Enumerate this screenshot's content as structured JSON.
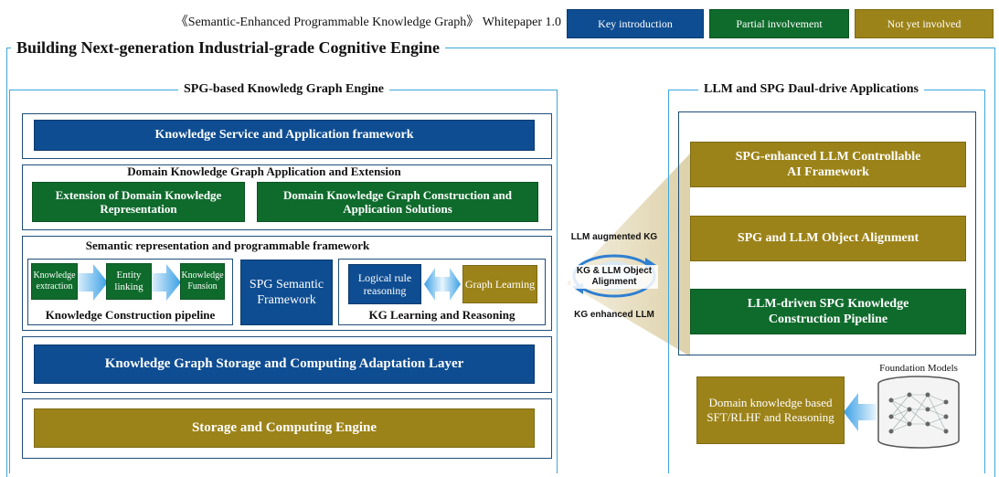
{
  "header": {
    "whitepaper_title": "《Semantic-Enhanced Programmable Knowledge Graph》 Whitepaper 1.0",
    "legend": [
      {
        "label": "Key introduction",
        "color": "#0e4d92"
      },
      {
        "label": "Partial involvement",
        "color": "#0f6b2c"
      },
      {
        "label": "Not yet involved",
        "color": "#9c8319"
      }
    ]
  },
  "main_title": "Building Next-generation Industrial-grade Cognitive Engine",
  "left_panel": {
    "title": "SPG-based Knowledg Graph Engine",
    "knowledge_service": "Knowledge Service and Application framework",
    "domain_section": {
      "title": "Domain Knowledge Graph Application and Extension",
      "extension_box": "Extension of Domain Knowledge Representation",
      "construction_box": "Domain Knowledge Graph Construction and Application Solutions"
    },
    "semantic_section": {
      "title": "Semantic representation and programmable framework",
      "pipeline_steps": [
        "Knowledge extraction",
        "Entity linking",
        "Knowledge Funsion"
      ],
      "pipeline_label": "Knowledge Construction pipeline",
      "spg_framework": "SPG Semantic Framework",
      "logical_rule": "Logical rule reasoning",
      "graph_learning": "Graph Learning",
      "kg_learning_label": "KG Learning and Reasoning"
    },
    "storage_adaptation": "Knowledge Graph Storage and Computing Adaptation Layer",
    "storage_engine": "Storage and Computing Engine"
  },
  "middle": {
    "top_label": "LLM augmented KG",
    "center_label": "KG & LLM Object Alignment",
    "bottom_label": "KG enhanced LLM"
  },
  "right_panel": {
    "title": "LLM and SPG Daul-drive Applications",
    "box1": "SPG-enhanced LLM Controllable AI Framework",
    "box2": "SPG and LLM Object Alignment",
    "box3": "LLM-driven SPG Knowledge Construction Pipeline",
    "foundation_label": "Foundation Models",
    "domain_box": "Domain knowledge based SFT/RLHF and Reasoning"
  }
}
